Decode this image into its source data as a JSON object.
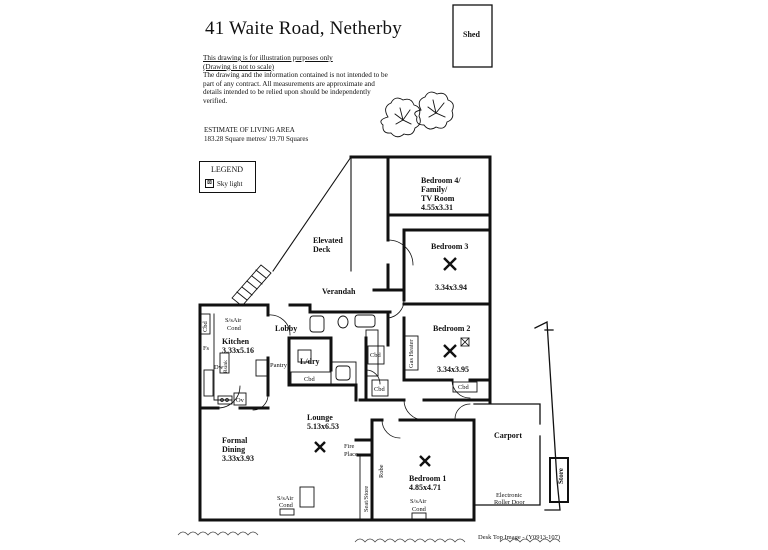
{
  "title": "41 Waite Road, Netherby",
  "disclaimer": {
    "line1": "This drawing is for illustration purposes only",
    "line2": "(Drawing is not to scale)",
    "body": "The drawing and the information contained is not intended to be part of any contract. All measurements are approximate and details intended to be relied upon should be independently verified."
  },
  "living_area": {
    "heading": "ESTIMATE OF LIVING AREA",
    "value": "183.28 Square metres/  19.70 Squares"
  },
  "legend": {
    "title": "LEGEND",
    "item": "Sky light"
  },
  "rooms": {
    "shed": "Shed",
    "bedroom4_l1": "Bedroom 4/",
    "bedroom4_l2": "Family/",
    "bedroom4_l3": "TV Room",
    "bedroom4_dim": "4.55x3.31",
    "bedroom3": "Bedroom 3",
    "bedroom3_dim": "3.34x3.94",
    "bedroom2": "Bedroom 2",
    "bedroom2_dim": "3.34x3.95",
    "deck_l1": "Elevated",
    "deck_l2": "Deck",
    "verandah": "Verandah",
    "kitchen": "Kitchen",
    "kitchen_dim": "3.33x5.16",
    "lobby": "Lobby",
    "ldry": "L/dry",
    "pantry": "Pantry",
    "lounge": "Lounge",
    "lounge_dim": "5.13x6.53",
    "dining_l1": "Formal",
    "dining_l2": "Dining",
    "dining_dim": "3.33x3.93",
    "bedroom1": "Bedroom 1",
    "bedroom1_dim": "4.85x4.71",
    "carport": "Carport",
    "store": "Store"
  },
  "fixtures": {
    "cbd": "Cbd",
    "ssair_l1": "S/sAir",
    "ssair_l2": "Cond",
    "fs": "Fs",
    "dw": "Dw",
    "rsink": "Rsink",
    "ov": "Ov",
    "gas_heater": "Gas Heater",
    "fire_l1": "Fire",
    "fire_l2": "Place",
    "robe": "Robe",
    "seat_store": "Seat/Store",
    "roller_l1": "Electronic",
    "roller_l2": "Roller Door"
  },
  "footer": "Desk Top Image -  (Y0913-107)"
}
